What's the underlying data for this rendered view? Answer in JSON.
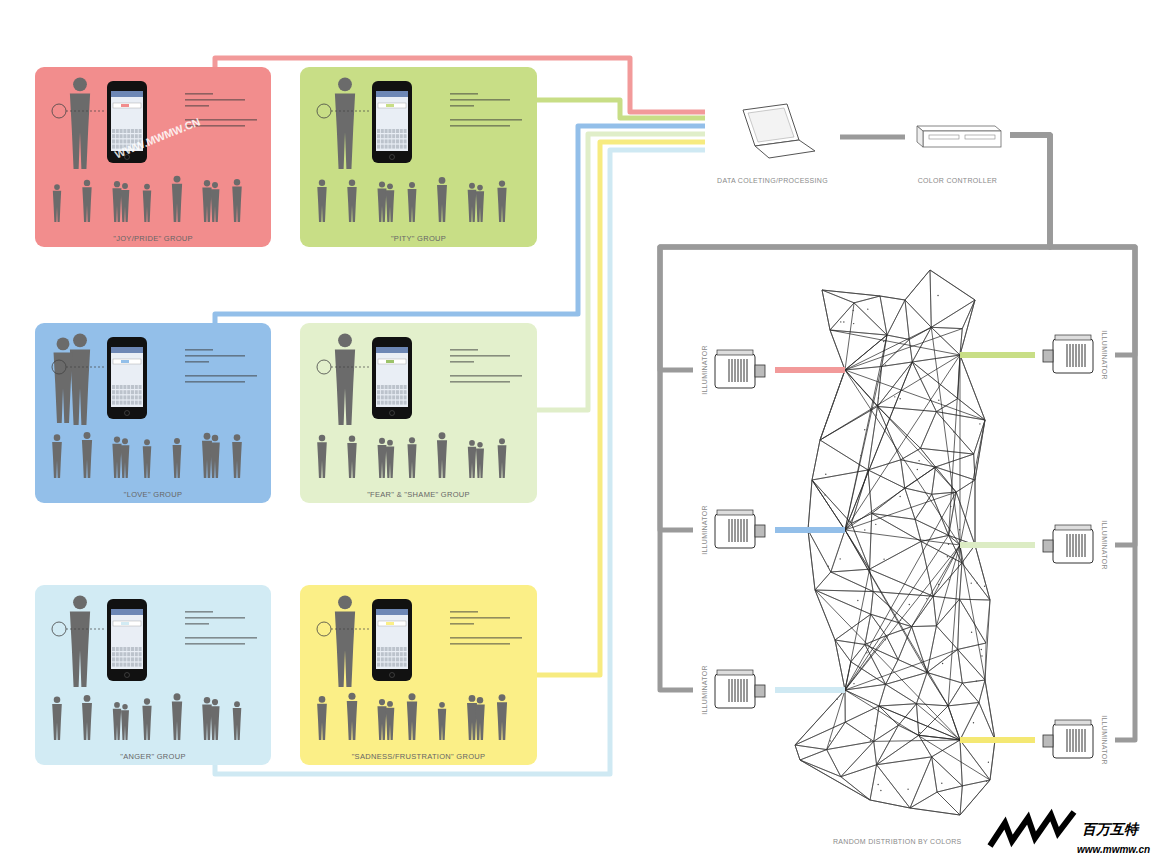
{
  "diagram": {
    "nodes": [
      {
        "text": [
          "\"JOY/PRIDE\" GROUP"
        ]
      },
      {
        "text": [
          "\"PITY\" GROUP"
        ]
      },
      {
        "text": [
          "\"LOVE\" GROUP"
        ]
      },
      {
        "text": [
          "\"FEAR\" & \"SHAME\" GROUP"
        ]
      },
      {
        "text": [
          "\"ANGER\" GROUP"
        ]
      },
      {
        "text": [
          "\"SADNESS/FRUSTRATION\" GROUP"
        ]
      },
      {
        "text": [
          "DATA COLETING/PROCESSING"
        ]
      },
      {
        "text": [
          "COLOR CONTROLLER"
        ]
      },
      {
        "text": [
          "ILLUMINATOR"
        ]
      },
      {
        "text": [
          "ILLUMINATOR"
        ]
      },
      {
        "text": [
          "ILLUMINATOR"
        ]
      },
      {
        "text": [
          "ILLUMINATOR"
        ]
      },
      {
        "text": [
          "ILLUMINATOR"
        ]
      },
      {
        "text": [
          "ILLUMINATOR"
        ]
      },
      {
        "text": [
          "RANDOM DISTRIBTION BY COLORS"
        ]
      }
    ],
    "edges": [
      {
        "from": 0,
        "to": 6,
        "arrow": "none"
      },
      {
        "from": 1,
        "to": 6,
        "arrow": "none"
      },
      {
        "from": 2,
        "to": 6,
        "arrow": "none"
      },
      {
        "from": 3,
        "to": 6,
        "arrow": "none"
      },
      {
        "from": 4,
        "to": 6,
        "arrow": "none"
      },
      {
        "from": 5,
        "to": 6,
        "arrow": "none"
      },
      {
        "from": 6,
        "to": 7,
        "arrow": "none"
      },
      {
        "from": 7,
        "to": 8,
        "arrow": "none"
      },
      {
        "from": 7,
        "to": 9,
        "arrow": "none"
      },
      {
        "from": 7,
        "to": 10,
        "arrow": "none"
      },
      {
        "from": 7,
        "to": 11,
        "arrow": "none"
      },
      {
        "from": 7,
        "to": 12,
        "arrow": "none"
      },
      {
        "from": 7,
        "to": 13,
        "arrow": "none"
      },
      {
        "from": 8,
        "to": 14,
        "arrow": "none"
      },
      {
        "from": 9,
        "to": 14,
        "arrow": "none"
      },
      {
        "from": 10,
        "to": 14,
        "arrow": "none"
      },
      {
        "from": 11,
        "to": 14,
        "arrow": "none"
      },
      {
        "from": 12,
        "to": 14,
        "arrow": "none"
      },
      {
        "from": 13,
        "to": 14,
        "arrow": "none"
      }
    ],
    "labels": [
      "WWW.MWMW.CN",
      "百万互特",
      "www.mwmw.cn"
    ]
  }
}
